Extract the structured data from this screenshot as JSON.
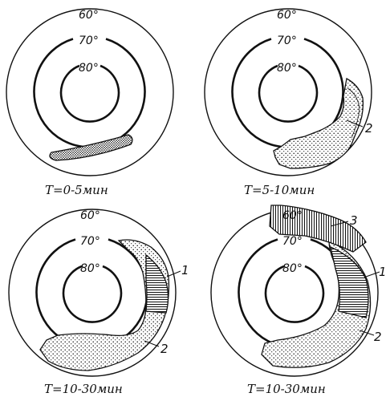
{
  "diagram": {
    "panels": [
      {
        "id": "p1",
        "latitude_labels": [
          "60°",
          "70°",
          "80°"
        ],
        "caption": "T=0-5мин",
        "region_labels": []
      },
      {
        "id": "p2",
        "latitude_labels": [
          "60°",
          "70°",
          "80°"
        ],
        "caption": "T=5-10мин",
        "region_labels": [
          "2"
        ]
      },
      {
        "id": "p3",
        "latitude_labels": [
          "60°",
          "70°",
          "80°"
        ],
        "caption": "T=10-30мин",
        "region_labels": [
          "1",
          "2"
        ]
      },
      {
        "id": "p4",
        "latitude_labels": [
          "60°",
          "70°",
          "80°"
        ],
        "caption": "T=10-30мин",
        "region_labels": [
          "3",
          "1",
          "2"
        ]
      }
    ]
  }
}
